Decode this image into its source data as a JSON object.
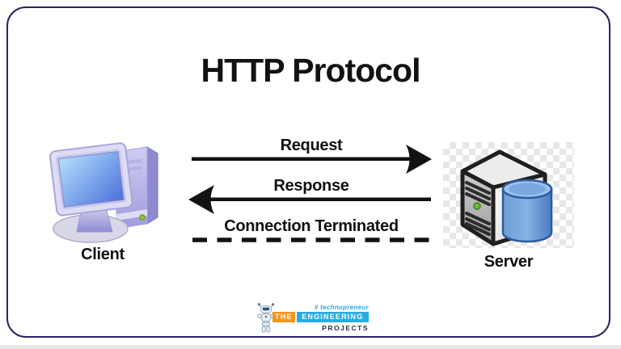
{
  "title": "HTTP Protocol",
  "nodes": {
    "client": {
      "label": "Client",
      "icon": "desktop-computer-icon"
    },
    "server": {
      "label": "Server",
      "icon": "server-database-icon"
    }
  },
  "edges": {
    "request": {
      "label": "Request",
      "from": "client",
      "to": "server",
      "line": "solid-arrow-right"
    },
    "response": {
      "label": "Response",
      "from": "server",
      "to": "client",
      "line": "solid-arrow-left"
    },
    "terminated": {
      "label": "Connection Terminated",
      "line": "dashed-no-arrow"
    }
  },
  "logo": {
    "tagline": "# technopreneur",
    "brand_the": "THE",
    "brand_engineering": "ENGINEERING",
    "brand_projects": "PROJECTS",
    "icon": "robot-mascot-icon"
  },
  "colors": {
    "frame_border": "#2b2364",
    "text": "#121212",
    "arrow": "#121212",
    "logo_orange": "#f7941d",
    "logo_blue": "#29abe2",
    "logo_dark": "#26324b",
    "screen_blue_top": "#b3e0fb",
    "screen_blue_bottom": "#4c70dc",
    "database_blue": "#4a7ac0",
    "checkerboard_grey": "#e7e7e7"
  }
}
